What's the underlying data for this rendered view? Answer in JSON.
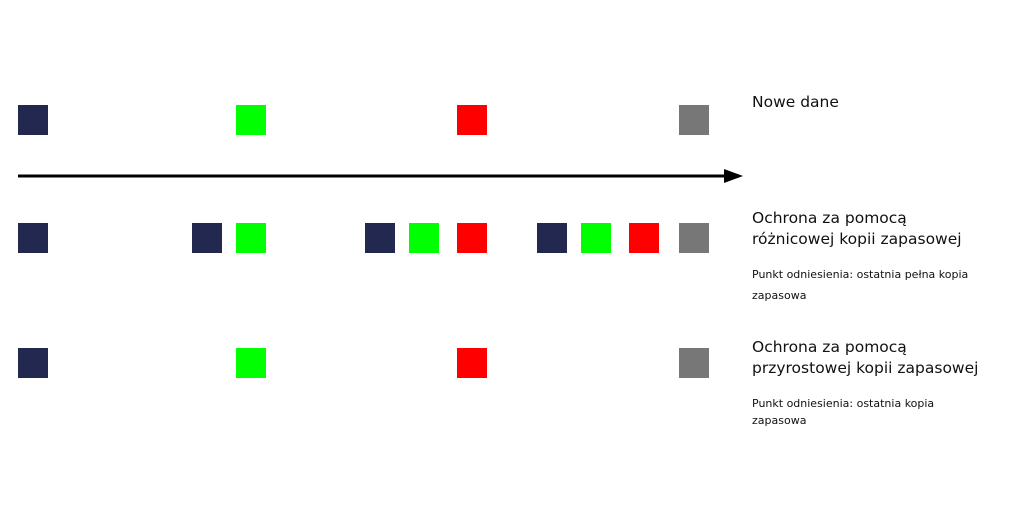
{
  "labels": {
    "new_data": "Nowe dane",
    "differential_line1": "Ochrona za pomocą",
    "differential_line2": "różnicowej kopii zapasowej",
    "differential_note": "Punkt odniesienia: ostatnia pełna kopia zapasowa",
    "incremental_line1": "Ochrona za pomocą",
    "incremental_line2": "przyrostowej kopii zapasowej",
    "incremental_note": "Punkt odniesienia: ostatnia kopia zapasowa"
  },
  "colors": {
    "full_backup": "#232850",
    "change_1": "#00ff00",
    "change_2": "#ff0000",
    "change_3": "#777777",
    "arrow": "#000000"
  }
}
